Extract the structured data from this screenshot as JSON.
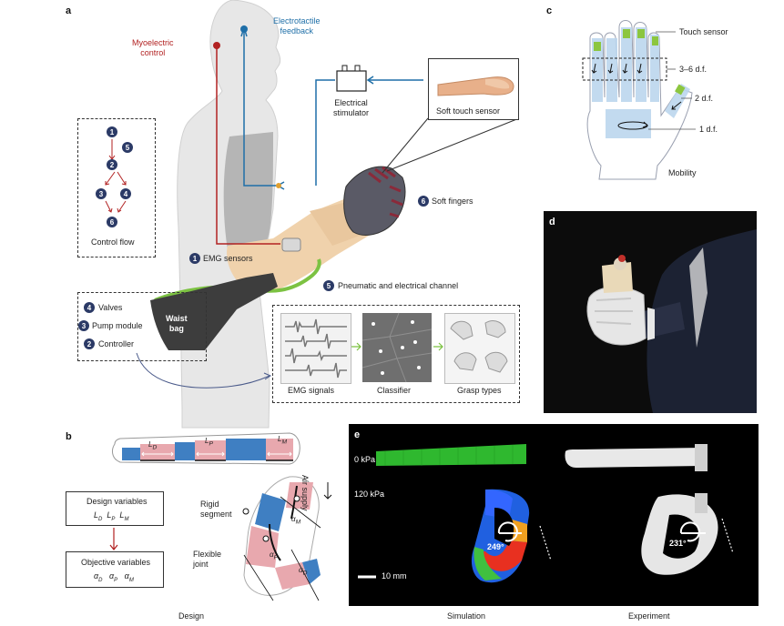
{
  "panel_a": {
    "letter": "a",
    "myoelectric": [
      "Myoelectric",
      "control"
    ],
    "electrotactile": [
      "Electrotactile",
      "feedback"
    ],
    "electrical_stimulator": [
      "Electrical",
      "stimulator"
    ],
    "soft_touch_sensor": "Soft touch sensor",
    "soft_fingers": "Soft fingers",
    "emg_sensors": "EMG sensors",
    "pneumatic_channel": "Pneumatic and electrical channel",
    "valves": "Valves",
    "pump_module": "Pump module",
    "controller": "Controller",
    "waist_bag": [
      "Waist",
      "bag"
    ],
    "control_flow": "Control flow",
    "flow_nodes": [
      "1",
      "5",
      "2",
      "3",
      "4",
      "6"
    ],
    "label_numbers": {
      "emg": "1",
      "controller": "2",
      "pump": "3",
      "valves": "4",
      "pneumatic": "5",
      "fingers": "6"
    },
    "pipeline": [
      "EMG signals",
      "Classifier",
      "Grasp types"
    ]
  },
  "panel_b": {
    "letter": "b",
    "segment_labels": [
      {
        "main": "L",
        "sub": "D"
      },
      {
        "main": "L",
        "sub": "P"
      },
      {
        "main": "L",
        "sub": "M"
      }
    ],
    "design_variables_title": "Design variables",
    "design_variables": [
      {
        "main": "L",
        "sub": "D"
      },
      {
        "main": "L",
        "sub": "P"
      },
      {
        "main": "L",
        "sub": "M"
      }
    ],
    "objective_variables_title": "Objective variables",
    "objective_variables": [
      {
        "main": "α",
        "sub": "D"
      },
      {
        "main": "α",
        "sub": "P"
      },
      {
        "main": "α",
        "sub": "M"
      }
    ],
    "rigid_segment": [
      "Rigid",
      "segment"
    ],
    "flexible_joint": [
      "Flexible",
      "joint"
    ],
    "air_supply": "Air supply",
    "angles": [
      {
        "main": "α",
        "sub": "M"
      },
      {
        "main": "α",
        "sub": "P"
      },
      {
        "main": "α",
        "sub": "D"
      }
    ],
    "caption": "Design"
  },
  "panel_c": {
    "letter": "c",
    "touch_sensor": "Touch sensor",
    "dof_3_6": "3–6 d.f.",
    "dof_2": "2 d.f.",
    "dof_1": "1 d.f.",
    "mobility": "Mobility"
  },
  "panel_d": {
    "letter": "d"
  },
  "panel_e": {
    "letter": "e",
    "pressure_0": "0 kPa",
    "pressure_120": "120 kPa",
    "sim_angle": "249°",
    "exp_angle": "231°",
    "scale_bar": "10 mm",
    "caption_sim": "Simulation",
    "caption_exp": "Experiment"
  },
  "colors": {
    "myoelectric": "#b22222",
    "electrotactile": "#1f6fa8",
    "badge": "#2b3a66",
    "segment_blue": "#3f7fc2",
    "segment_pink": "#e8a8ae",
    "channel_green": "#7cc242"
  }
}
